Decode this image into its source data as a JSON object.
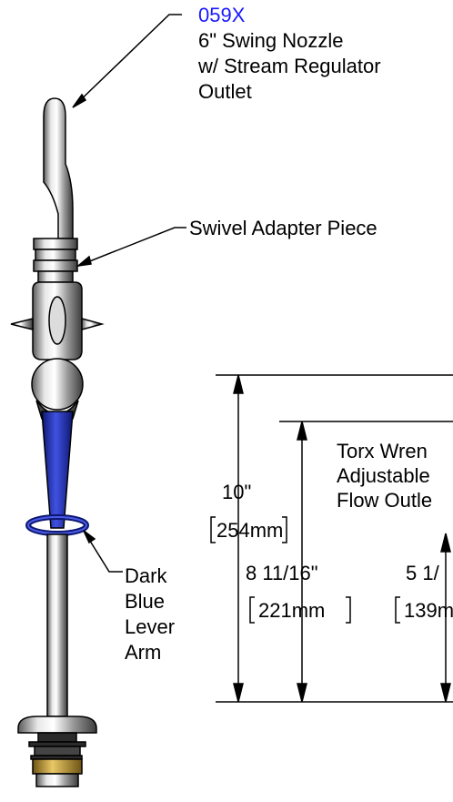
{
  "callouts": {
    "part_number": "059X",
    "nozzle_line1": "6\" Swing Nozzle",
    "nozzle_line2": "w/ Stream Regulator",
    "nozzle_line3": "Outlet",
    "swivel": "Swivel Adapter Piece",
    "lever_line1": "Dark",
    "lever_line2": "Blue",
    "lever_line3": "Lever",
    "lever_line4": "Arm",
    "torx_line1": "Torx Wren",
    "torx_line2": "Adjustable",
    "torx_line3": "Flow Outle"
  },
  "dimensions": {
    "overall_in": "10\"",
    "overall_mm": "254mm",
    "mid_in": "8 11/16\"",
    "mid_mm": "221mm",
    "short_in": "5 1/",
    "short_mm": "139m"
  },
  "colors": {
    "part_number": "#1a1aff",
    "lever": "#1f2fb8",
    "brass": "#b8942e"
  }
}
